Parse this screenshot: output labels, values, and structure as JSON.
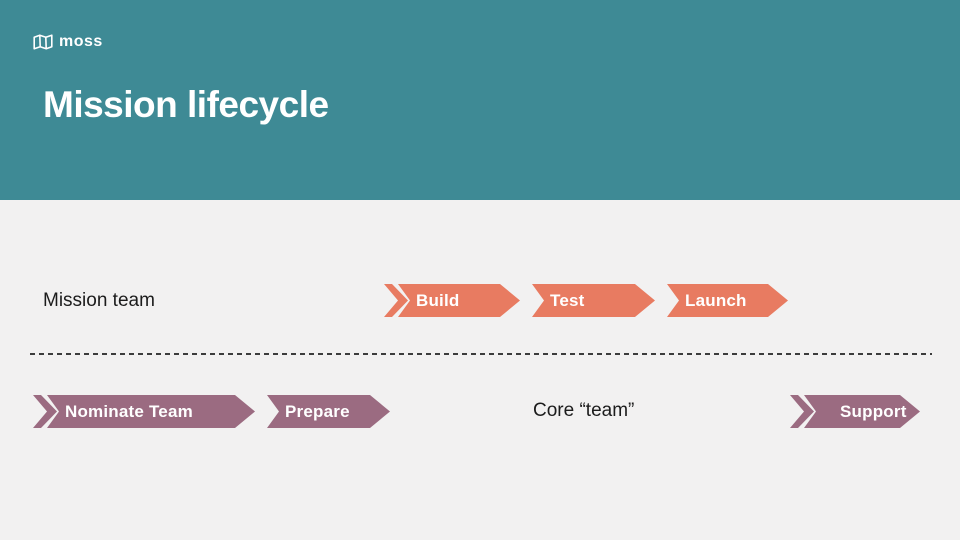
{
  "colors": {
    "header_bg": "#3E8A95",
    "page_bg": "#F2F1F1",
    "stage_coral": "#E87B61",
    "stage_purple": "#9B6B81",
    "text_dark": "#1C1C1C",
    "text_light": "#FFFFFF",
    "divider": "#3C3C3C"
  },
  "header": {
    "logo_text": "moss",
    "title": "Mission lifecycle"
  },
  "lifecycle": {
    "top_row": {
      "label": "Mission team",
      "stages": [
        "Build",
        "Test",
        "Launch"
      ]
    },
    "bottom_row": {
      "label": "Core “team”",
      "stages_left": [
        "Nominate Team",
        "Prepare"
      ],
      "stages_right": [
        "Support"
      ]
    }
  }
}
